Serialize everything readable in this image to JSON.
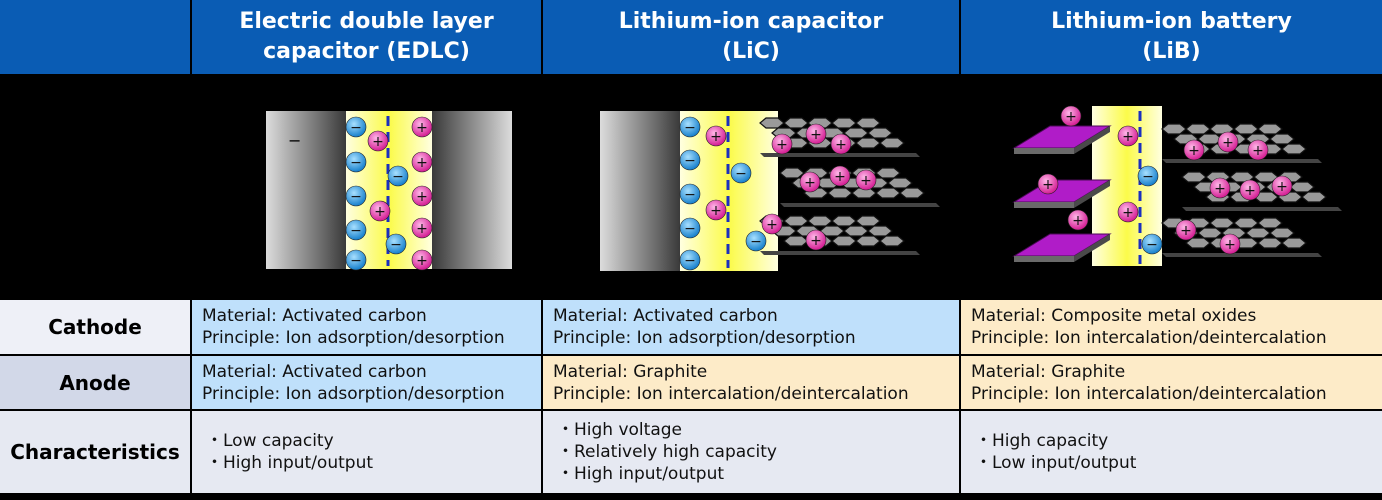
{
  "columns": [
    {
      "line1": "Electric double layer",
      "line2": "capacitor (EDLC)"
    },
    {
      "line1": "Lithium-ion capacitor",
      "line2": "(LiC)"
    },
    {
      "line1": "Lithium-ion battery",
      "line2": "(LiB)"
    }
  ],
  "rows": {
    "cathode": {
      "label": "Cathode",
      "cells": [
        {
          "material": "Material: Activated carbon",
          "principle": "Principle: Ion adsorption/desorption"
        },
        {
          "material": "Material: Activated carbon",
          "principle": "Principle: Ion adsorption/desorption"
        },
        {
          "material": "Material: Composite metal oxides",
          "principle": "Principle: Ion intercalation/deintercalation"
        }
      ]
    },
    "anode": {
      "label": "Anode",
      "cells": [
        {
          "material": "Material: Activated carbon",
          "principle": "Principle: Ion adsorption/desorption"
        },
        {
          "material": "Material: Graphite",
          "principle": "Principle: Ion intercalation/deintercalation"
        },
        {
          "material": "Material: Graphite",
          "principle": "Principle: Ion intercalation/deintercalation"
        }
      ]
    },
    "characteristics": {
      "label": "Characteristics",
      "cells": [
        [
          "・Low capacity",
          "・High input/output"
        ],
        [
          "・High voltage",
          "・Relatively high capacity",
          "・High input/output"
        ],
        [
          "・High capacity",
          "・Low input/output"
        ]
      ]
    }
  },
  "diagram_symbols": {
    "minus": "−",
    "plus": "+"
  },
  "colors": {
    "header_blue": "#0a5cb4",
    "cell_blue": "#bfe0fb",
    "cell_beige": "#fdebc8",
    "cation_magenta": "#e0189a",
    "anion_blue": "#1a8fdc",
    "electrolyte_yellow": "#fbfb4a",
    "lib_plate_purple": "#a01cb4"
  }
}
